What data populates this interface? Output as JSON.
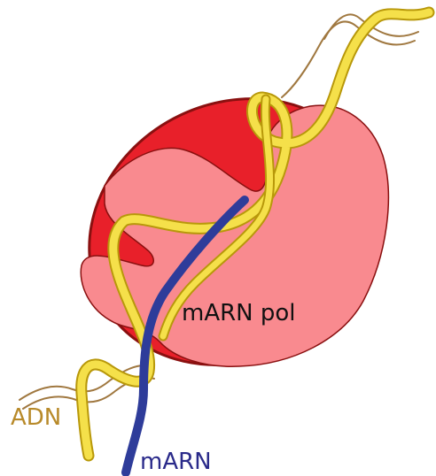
{
  "labels": {
    "polymerase": "mARN pol",
    "dna": "ADN",
    "mrna": "mARN"
  },
  "colors": {
    "polymerase_outer": "#e8202a",
    "polymerase_outline": "#8a1010",
    "polymerase_inner": "#f98a8f",
    "dna_strand": "#f5e04a",
    "dna_edge": "#b8980a",
    "dna_back_strand": "#a07840",
    "mrna_strand": "#2e3c9a",
    "dna_label": "#b88a2a",
    "mrna_label": "#2a2a8a",
    "polymerase_label": "#111111"
  }
}
